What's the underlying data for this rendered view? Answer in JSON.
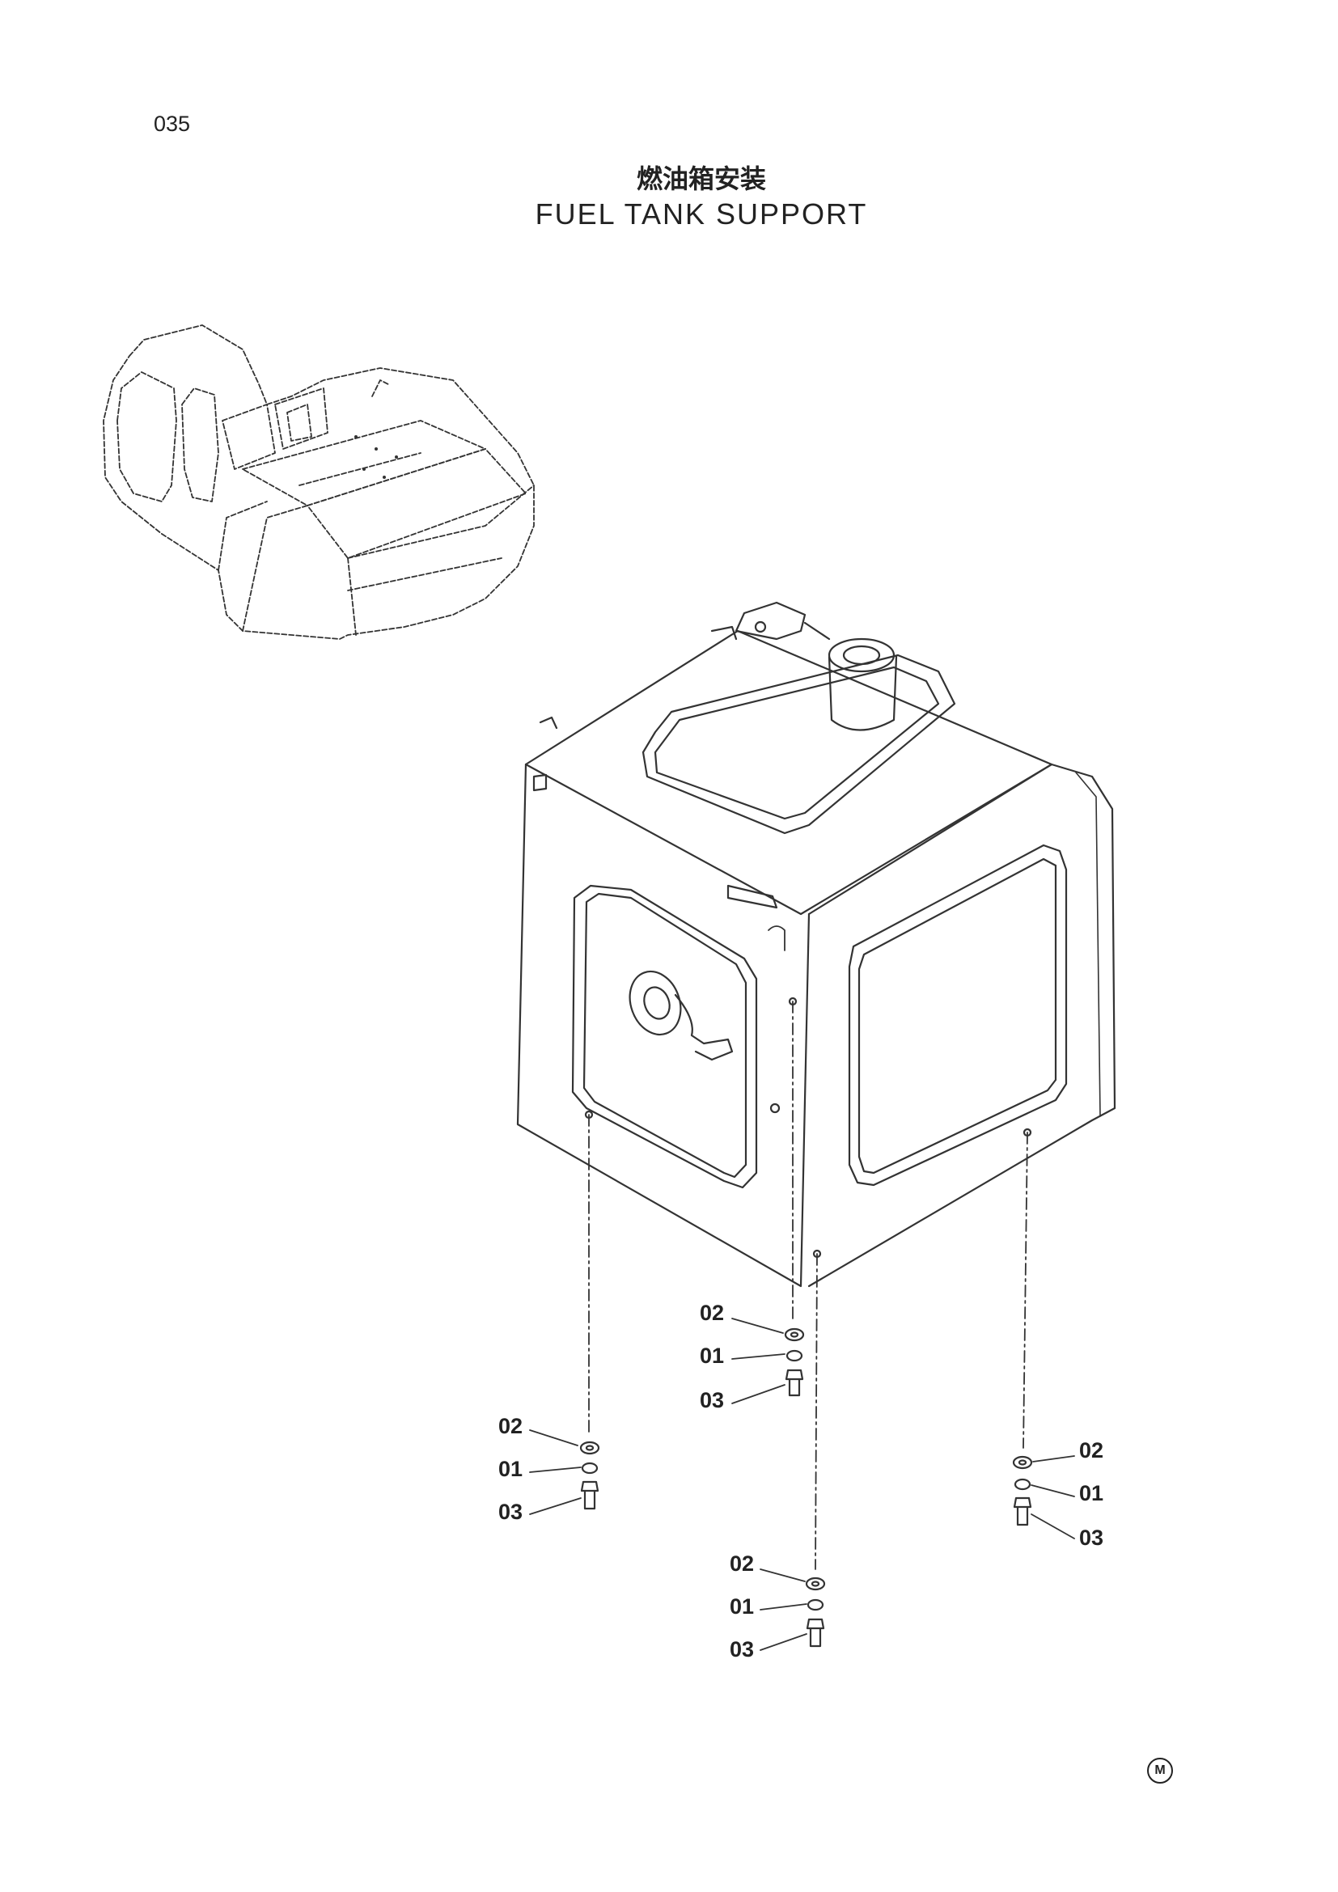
{
  "page_number": "035",
  "title_cn": "燃油箱安装",
  "title_en": "FUEL TANK SUPPORT",
  "callouts": [
    {
      "id": "c1",
      "label": "02"
    },
    {
      "id": "c2",
      "label": "01"
    },
    {
      "id": "c3",
      "label": "03"
    },
    {
      "id": "c4",
      "label": "02"
    },
    {
      "id": "c5",
      "label": "01"
    },
    {
      "id": "c6",
      "label": "03"
    },
    {
      "id": "c7",
      "label": "02"
    },
    {
      "id": "c8",
      "label": "01"
    },
    {
      "id": "c9",
      "label": "03"
    },
    {
      "id": "c10",
      "label": "02"
    },
    {
      "id": "c11",
      "label": "01"
    },
    {
      "id": "c12",
      "label": "03"
    }
  ],
  "corner_mark": "M"
}
